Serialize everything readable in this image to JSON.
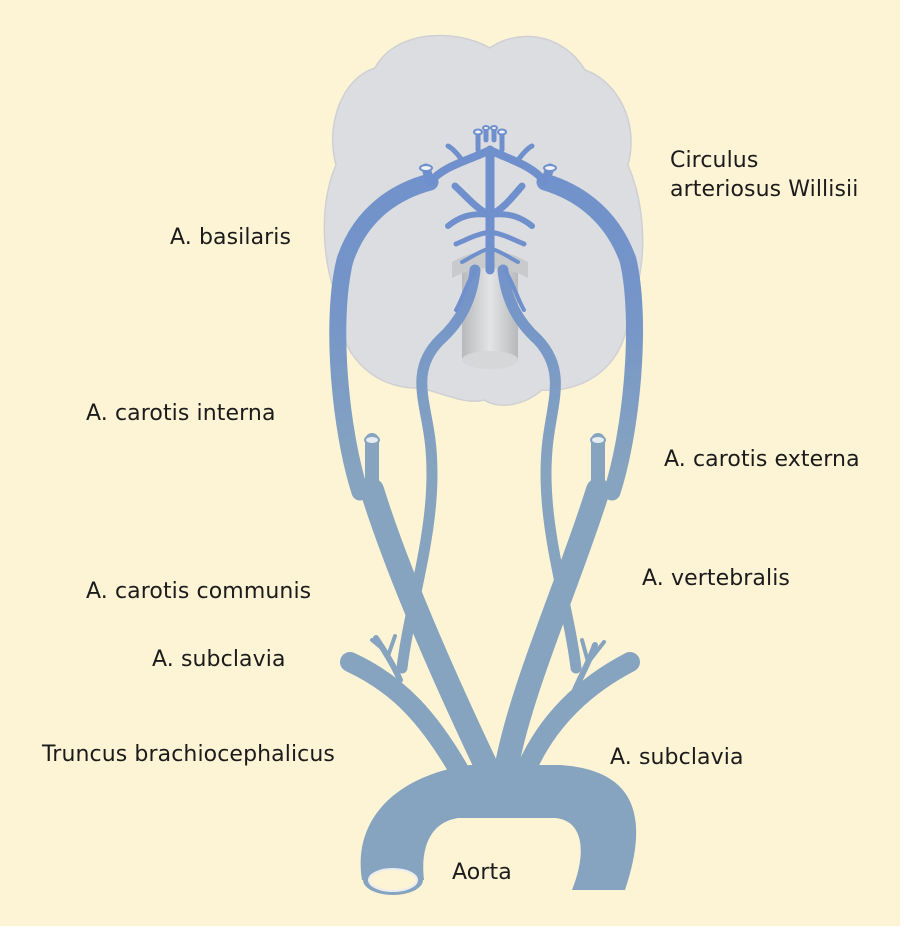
{
  "labels": {
    "circulus_line1": "Circulus",
    "circulus_line2": "arteriosus Willisii",
    "basilaris": "A. basilaris",
    "carotis_interna": "A. carotis interna",
    "carotis_externa": "A. carotis externa",
    "carotis_communis": "A. carotis communis",
    "vertebralis": "A. vertebralis",
    "subclavia_right": "A. subclavia",
    "subclavia_left": "A. subclavia",
    "truncus": "Truncus brachiocephalicus",
    "aorta": "Aorta"
  },
  "colors": {
    "background": "#fdf4d6",
    "brain": "#dcdde0",
    "brainstem": "#c4c5c7",
    "vessel_lower": "#86a4bf",
    "vessel_upper": "#6f90cc",
    "text": "#1b1b1b"
  }
}
